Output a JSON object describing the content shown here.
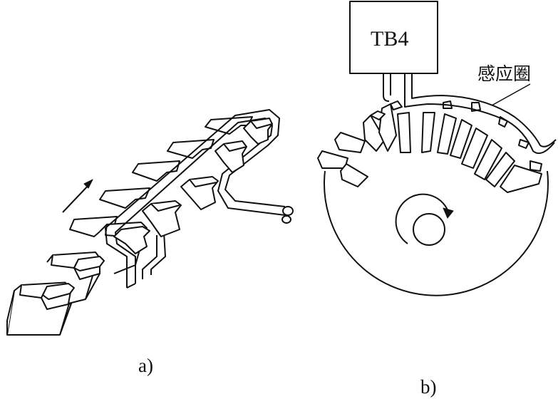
{
  "diagram_a": {
    "caption": "a)"
  },
  "diagram_b": {
    "caption": "b)",
    "power_supply_label": "TB4",
    "coil_label": "感应圈"
  },
  "colors": {
    "stroke": "#111111",
    "background": "#ffffff"
  }
}
